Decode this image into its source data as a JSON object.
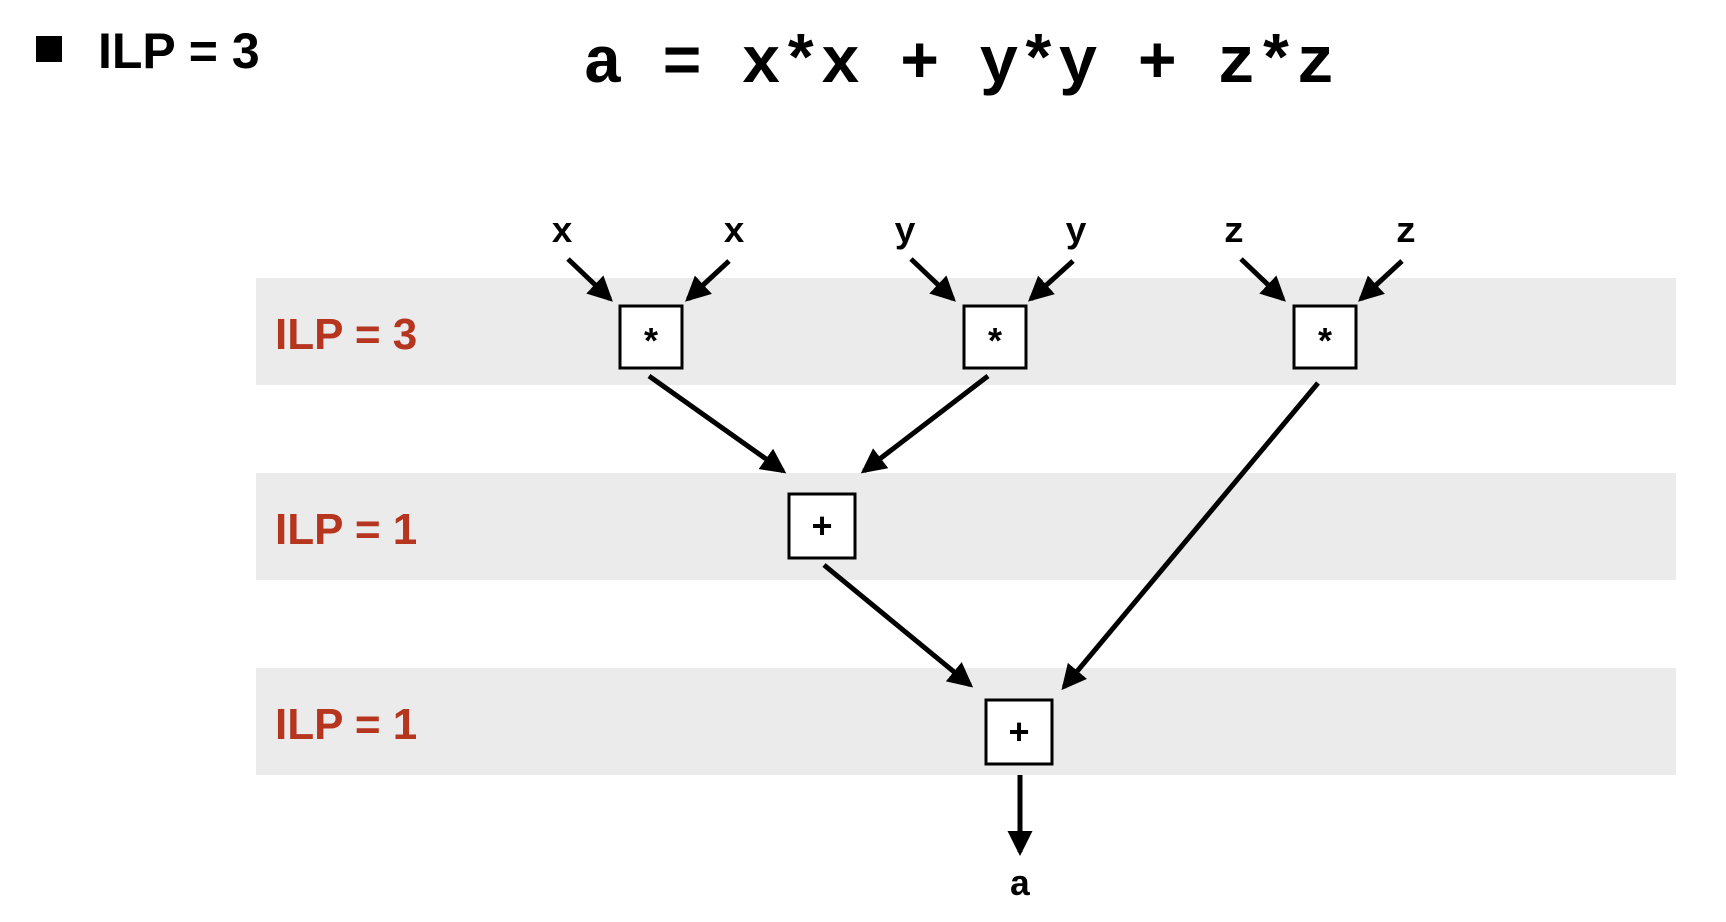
{
  "heading": {
    "bullet_text": "ILP = 3"
  },
  "equation": "a = x*x + y*y + z*z",
  "levels": [
    {
      "label": "ILP = 3"
    },
    {
      "label": "ILP = 1"
    },
    {
      "label": "ILP = 1"
    }
  ],
  "inputs": [
    "x",
    "x",
    "y",
    "y",
    "z",
    "z"
  ],
  "operations": [
    {
      "symbol": "*"
    },
    {
      "symbol": "*"
    },
    {
      "symbol": "*"
    },
    {
      "symbol": "+"
    },
    {
      "symbol": "+"
    }
  ],
  "output": "a",
  "colors": {
    "text": "#000000",
    "level_label": "#b5351f",
    "band_fill": "#ebebeb",
    "box_fill": "#ffffff"
  }
}
